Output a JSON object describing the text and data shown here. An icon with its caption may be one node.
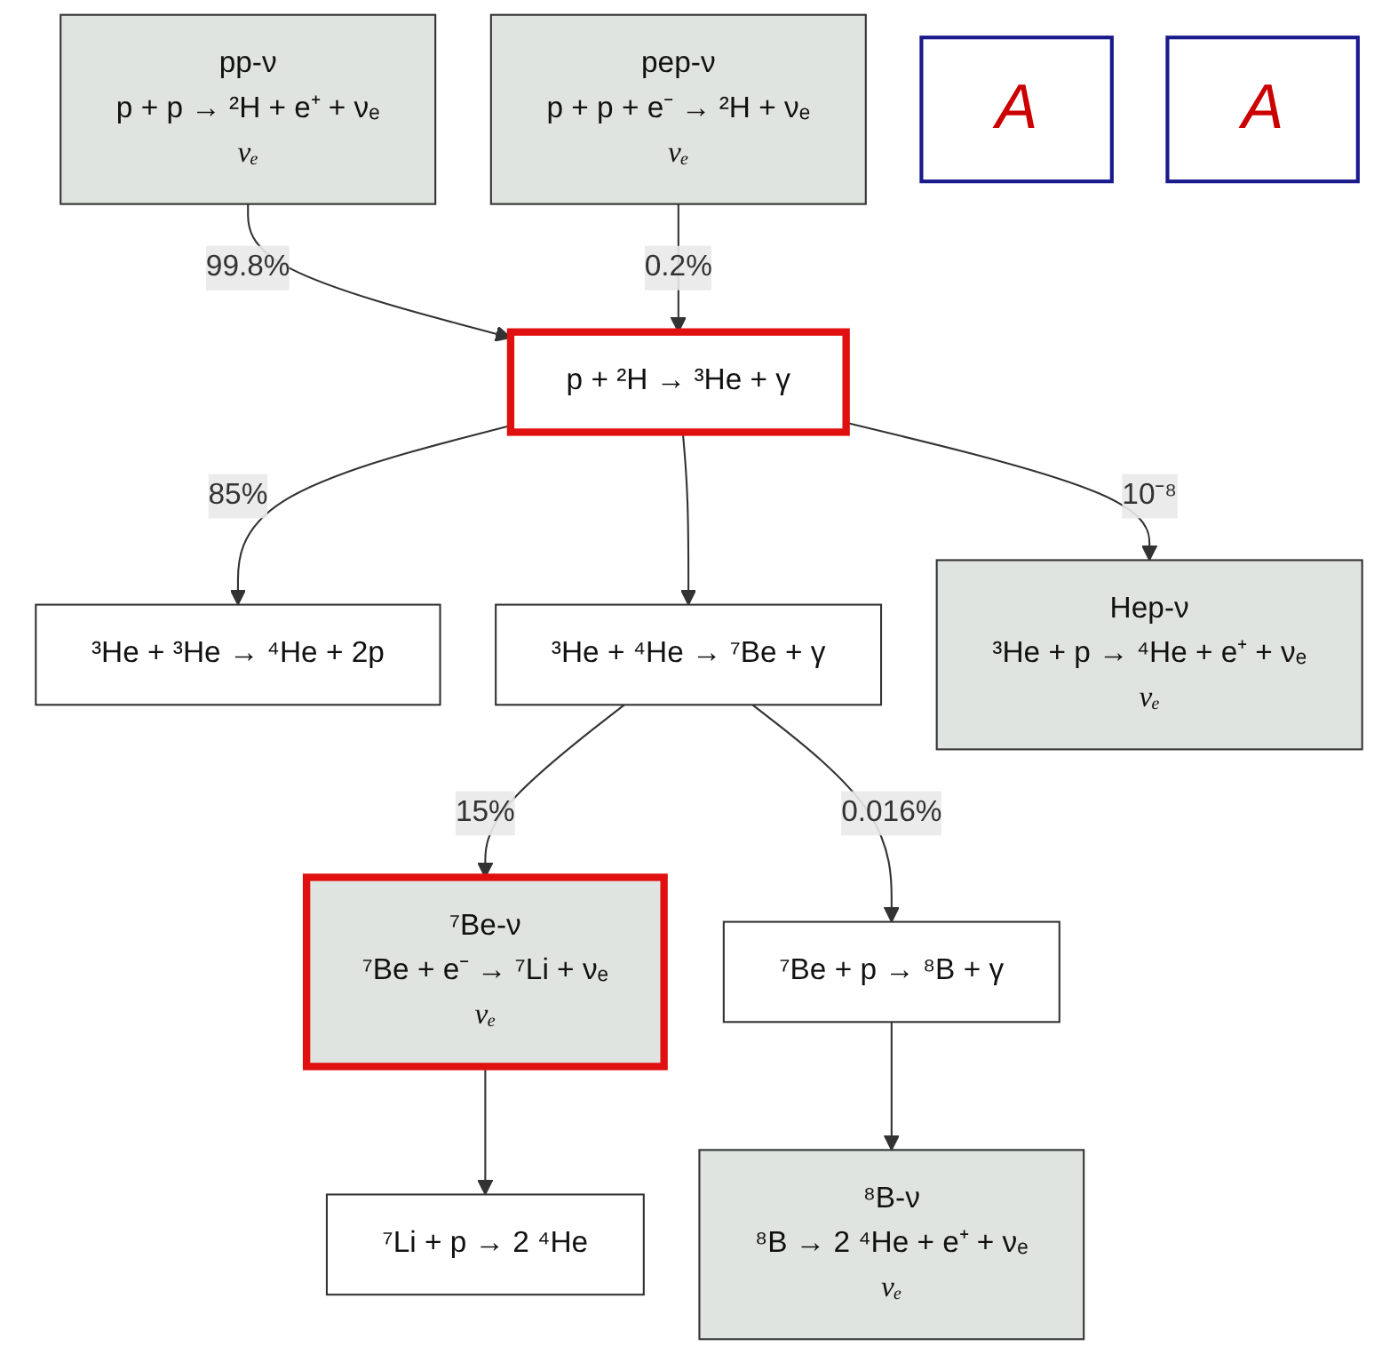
{
  "diagram": {
    "nodes": [
      {
        "text": [
          "pp-ν",
          "p + p → ²H + e⁺ + νₑ",
          "νₑ"
        ]
      },
      {
        "text": [
          "pep-ν",
          "p + p + e⁻ → ²H + νₑ",
          "νₑ"
        ]
      },
      {
        "text": [
          "A"
        ]
      },
      {
        "text": [
          "p + ²H → ³He + γ"
        ]
      },
      {
        "text": [
          "³He + ³He → ⁴He + 2p"
        ]
      },
      {
        "text": [
          "³He + ⁴He → ⁷Be + γ"
        ]
      },
      {
        "text": [
          "Hep-ν",
          "³He + p → ⁴He + e⁺ + νₑ",
          "νₑ"
        ]
      },
      {
        "text": [
          "A"
        ]
      },
      {
        "text": [
          "⁷Be-ν",
          "⁷Be + e⁻ → ⁷Li + νₑ",
          "νₑ"
        ]
      },
      {
        "text": [
          "⁷Be + p → ⁸B + γ"
        ]
      },
      {
        "text": [
          "⁷Li + p → 2 ⁴He"
        ]
      },
      {
        "text": [
          "⁸B-ν",
          "⁸B → 2 ⁴He + e⁺ + νₑ",
          "νₑ"
        ]
      }
    ],
    "edges": [
      {
        "from": 0,
        "to": 3,
        "arrow": "to",
        "label": "99.8%"
      },
      {
        "from": 1,
        "to": 3,
        "arrow": "to",
        "label": "0.2%"
      },
      {
        "from": 3,
        "to": 4,
        "arrow": "to",
        "label": "85%"
      },
      {
        "from": 3,
        "to": 5,
        "arrow": "to"
      },
      {
        "from": 3,
        "to": 6,
        "arrow": "to",
        "label": "10⁻⁸"
      },
      {
        "from": 5,
        "to": 8,
        "arrow": "to",
        "label": "15%"
      },
      {
        "from": 5,
        "to": 9,
        "arrow": "to",
        "label": "0.016%"
      },
      {
        "from": 8,
        "to": 10,
        "arrow": "to"
      },
      {
        "from": 9,
        "to": 11,
        "arrow": "to"
      }
    ]
  }
}
